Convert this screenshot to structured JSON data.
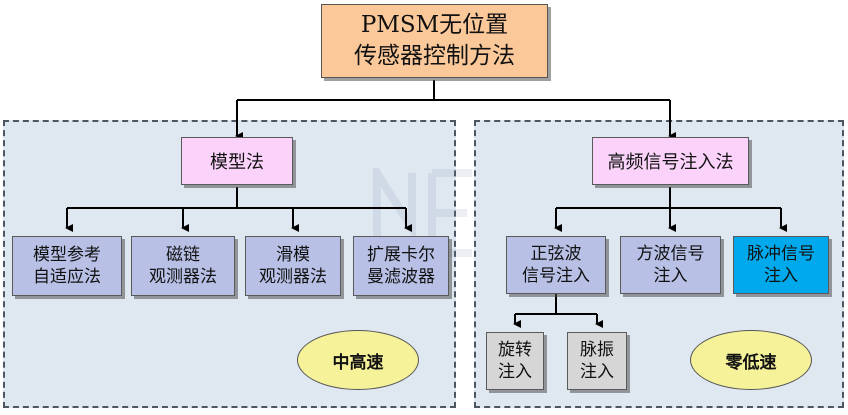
{
  "root": "PMSM无位置\n传感器控制方法",
  "left_panel": {
    "method": "模型法",
    "children": [
      "模型参考\n自适应法",
      "磁链\n观测器法",
      "滑模\n观测器法",
      "扩展卡尔\n曼滤波器"
    ],
    "speed_label": "中高速"
  },
  "right_panel": {
    "method": "高频信号注入法",
    "children": [
      "正弦波\n信号注入",
      "方波信号\n注入",
      "脉冲信号\n注入"
    ],
    "sine_children": [
      "旋转\n注入",
      "脉振\n注入"
    ],
    "speed_label": "零低速"
  },
  "colors": {
    "root_fill": "#fbc89a",
    "method_fill": "#fbd2f9",
    "leaf_fill": "#b8c0e6",
    "highlight_fill": "#00a9ec",
    "sub_fill": "#d6d6d6",
    "speed_fill": "#f6f29a",
    "panel_fill": "#dfe7f0"
  }
}
